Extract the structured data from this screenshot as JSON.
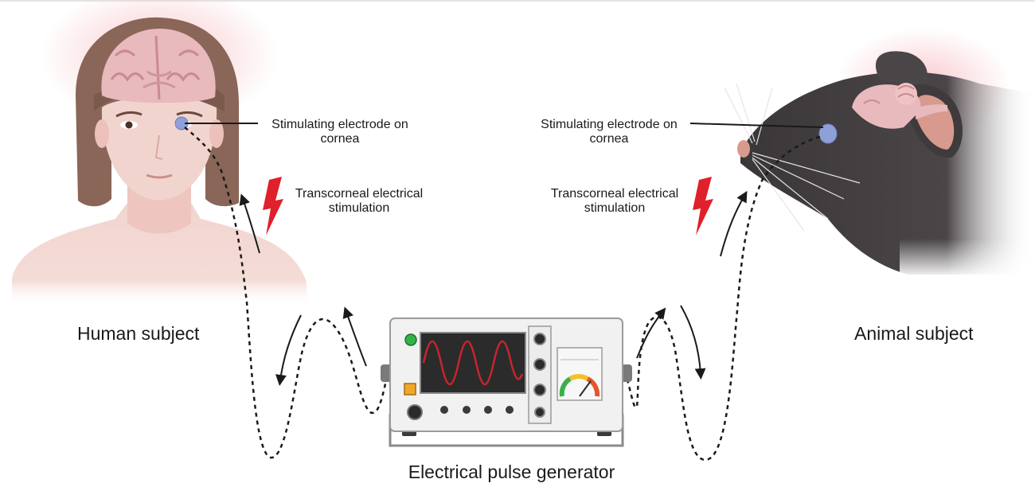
{
  "labels": {
    "human_electrode_line1": "Stimulating electrode on",
    "human_electrode_line2": "cornea",
    "human_stim_line1": "Transcorneal electrical",
    "human_stim_line2": "stimulation",
    "animal_electrode_line1": "Stimulating electrode on",
    "animal_electrode_line2": "cornea",
    "animal_stim_line1": "Transcorneal electrical",
    "animal_stim_line2": "stimulation",
    "human_subject": "Human subject",
    "animal_subject": "Animal subject",
    "generator": "Electrical pulse generator"
  },
  "colors": {
    "skin": "#f2d4cf",
    "hair": "#8a6658",
    "brain": "#e8b9bd",
    "mouse_fur": "#3e3a3c",
    "lightning": "#e0202a",
    "electrode": "#8f9fd8",
    "wave": "#c7252d",
    "screen": "#2b2b2b",
    "device_body": "#f1f1f1",
    "green_light": "#33b24a",
    "orange_button": "#f2a72a"
  },
  "icons": [
    "human-head-icon",
    "mouse-head-icon",
    "lightning-icon",
    "pulse-generator-icon",
    "gauge-icon"
  ],
  "gauge": {
    "level": 0.7
  }
}
